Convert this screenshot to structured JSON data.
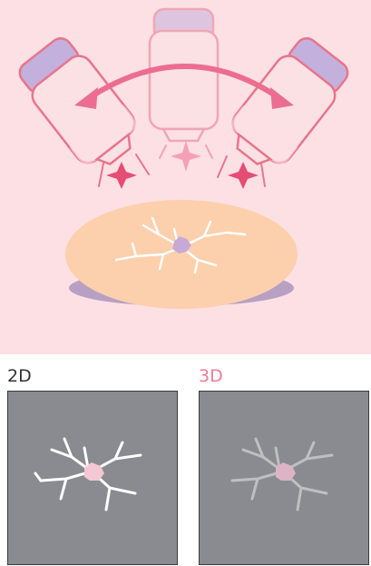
{
  "colors": {
    "background": "#fde0e4",
    "arrow": "#ec6d8f",
    "body": "#fbe0e4",
    "outline": "#e8758d",
    "lens": "#c3b0dc",
    "sparkle": "#e54d74",
    "tissue": "#fcd0ad",
    "shadow": "#b8a0c4",
    "panel": "#8a8b90",
    "label_2d": "#333333",
    "label_3d": "#ec7c97"
  },
  "views": [
    {
      "label": "2D",
      "style": "flat-white"
    },
    {
      "label": "3D",
      "style": "shaded-gray"
    }
  ]
}
